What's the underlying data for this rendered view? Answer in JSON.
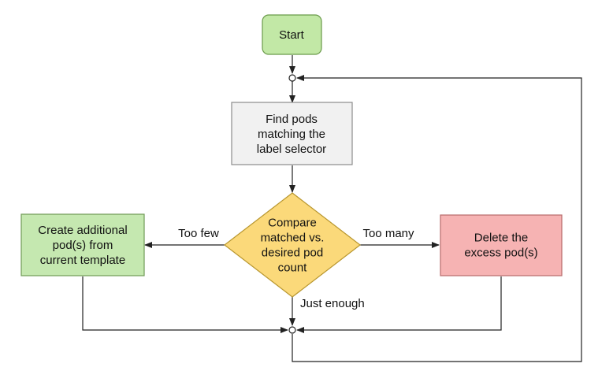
{
  "colors": {
    "start_fill": "#c2e8a6",
    "start_stroke": "#6a9a4a",
    "process_fill": "#f1f1f1",
    "process_stroke": "#8c8c8c",
    "decision_fill": "#fbd97a",
    "decision_stroke": "#b8962e",
    "create_fill": "#c5e8b0",
    "create_stroke": "#6f9a55",
    "delete_fill": "#f6b3b3",
    "delete_stroke": "#b86a6a",
    "line": "#222222"
  },
  "nodes": {
    "start": {
      "lines": [
        "Start"
      ]
    },
    "find_pods": {
      "lines": [
        "Find pods",
        "matching the",
        "label selector"
      ]
    },
    "compare": {
      "lines": [
        "Compare",
        "matched vs.",
        "desired pod",
        "count"
      ]
    },
    "create": {
      "lines": [
        "Create additional",
        "pod(s) from",
        "current template"
      ]
    },
    "delete": {
      "lines": [
        "Delete the",
        "excess pod(s)"
      ]
    }
  },
  "edges": {
    "too_few": "Too few",
    "too_many": "Too many",
    "just_enough": "Just enough"
  }
}
